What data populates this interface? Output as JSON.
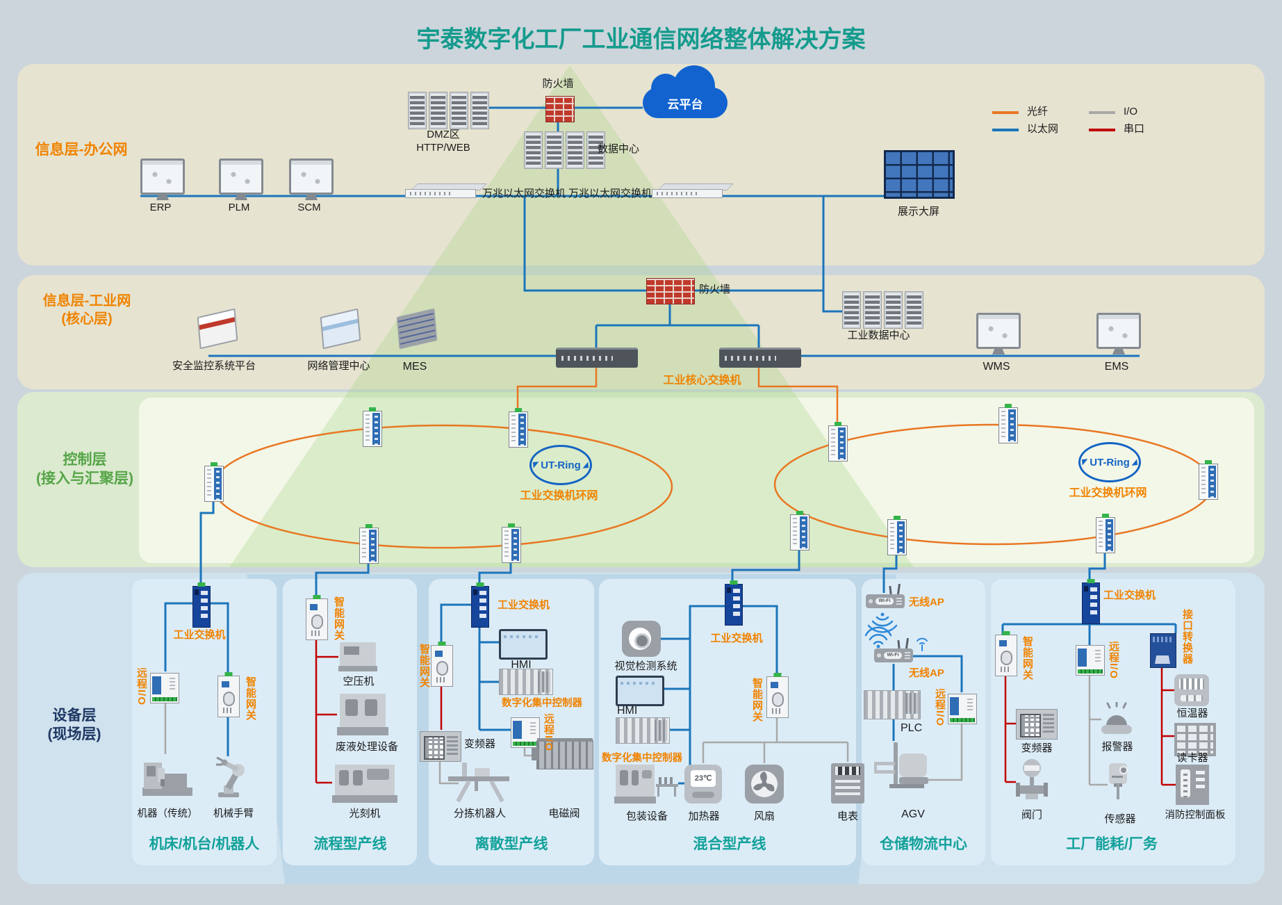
{
  "title": "宇泰数字化工厂工业通信网络整体解决方案",
  "legend": {
    "fiber": "光纤",
    "ethernet": "以太网",
    "io": "I/O",
    "serial": "串口"
  },
  "layer1": {
    "name": "信息层-办公网",
    "erp": "ERP",
    "plm": "PLM",
    "scm": "SCM",
    "dmz_line1": "DMZ区",
    "dmz_line2": "HTTP/WEB",
    "firewall": "防火墙",
    "cloud": "云平台",
    "datacenter": "数据中心",
    "switch1_label": "万兆以太网交换机",
    "switch2_label": "万兆以太网交换机",
    "display_wall": "展示大屏"
  },
  "layer2": {
    "name_line1": "信息层-工业网",
    "name_line2": "(核心层)",
    "firewall": "防火墙",
    "security_platform": "安全监控系统平台",
    "network_center": "网络管理中心",
    "mes": "MES",
    "industrial_datacenter": "工业数据中心",
    "core_switch": "工业核心交换机",
    "wms": "WMS",
    "ems": "EMS"
  },
  "layer3": {
    "name_line1": "控制层",
    "name_line2": "(接入与汇聚层)",
    "ring1_logo": "UT-Ring",
    "ring1_label": "工业交换机环网",
    "ring2_logo": "UT-Ring",
    "ring2_label": "工业交换机环网"
  },
  "layer4": {
    "name_line1": "设备层",
    "name_line2": "(现场层)",
    "sections": {
      "machines": {
        "title": "机床/机台/机器人",
        "switch": "工业交换机",
        "remote_io": "远程I/O",
        "gateway": "智能网关",
        "machine": "机器（传统）",
        "robot_arm": "机械手臂"
      },
      "process": {
        "title": "流程型产线",
        "gateway": "智能网关",
        "compressor": "空压机",
        "waste": "废液处理设备",
        "litho": "光刻机"
      },
      "discrete": {
        "title": "离散型产线",
        "switch": "工业交换机",
        "gateway": "智能网关",
        "hmi": "HMI",
        "controller": "数字化集中控制器",
        "remote_io": "远程I/O",
        "vfd": "变频器",
        "sorting_robot": "分拣机器人",
        "solenoid": "电磁阀"
      },
      "hybrid": {
        "title": "混合型产线",
        "switch": "工业交换机",
        "vision": "视觉检测系统",
        "hmi": "HMI",
        "controller": "数字化集中控制器",
        "packaging": "包装设备",
        "gateway": "智能网关",
        "heater": "加热器",
        "heater_temp": "23℃",
        "fan": "风扇",
        "meter": "电表"
      },
      "warehouse": {
        "title": "仓储物流中心",
        "ap1": "无线AP",
        "ap2": "无线AP",
        "wifi_text": "Wi-Fi",
        "plc": "PLC",
        "remote_io": "远程I/O",
        "agv": "AGV"
      },
      "facility": {
        "title": "工厂能耗/厂务",
        "switch": "工业交换机",
        "gateway": "智能网关",
        "remote_io": "远程I/O",
        "converter": "接口转换器",
        "vfd": "变频器",
        "valve": "阀门",
        "alarm": "报警器",
        "sensor": "传感器",
        "thermostat": "恒温器",
        "card_reader": "读卡器",
        "fire_panel": "消防控制面板"
      }
    }
  },
  "colors": {
    "fiber": "#e87722",
    "ethernet": "#1b75bb",
    "io": "#a8a8a8",
    "serial": "#c00000",
    "accent_orange": "#f08300",
    "teal": "#12a19a",
    "green": "#55a546",
    "navy": "#1f3864"
  }
}
